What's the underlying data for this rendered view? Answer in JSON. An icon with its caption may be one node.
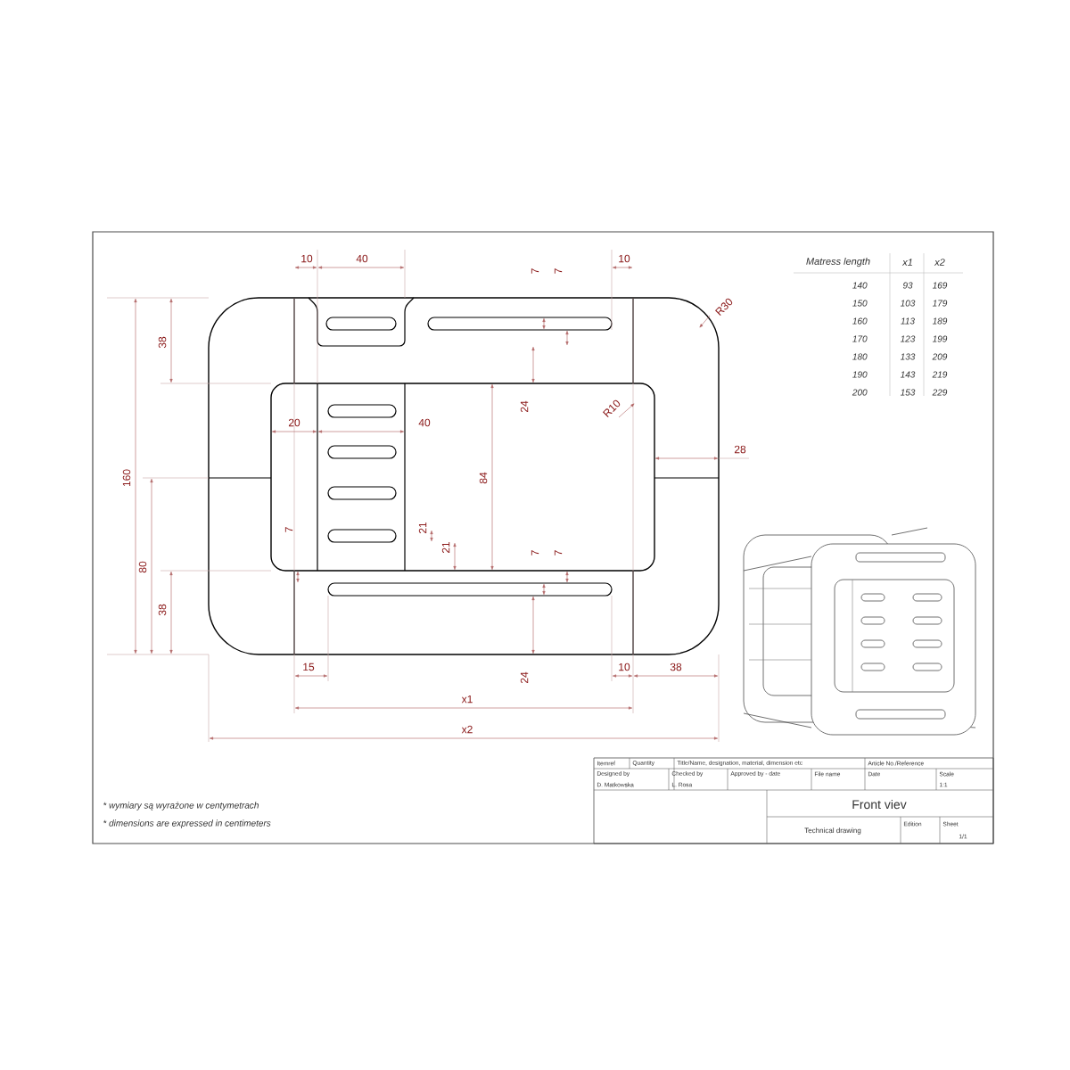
{
  "diagram": {
    "labels": [
      "10",
      "40",
      "7",
      "7",
      "10",
      "38",
      "160",
      "R30",
      "24",
      "R10",
      "20",
      "40",
      "28",
      "84",
      "7",
      "21",
      "21",
      "80",
      "7",
      "7",
      "38",
      "15",
      "24",
      "10",
      "38",
      "x1",
      "x2",
      "Matress length",
      "x1",
      "x2",
      "140",
      "93",
      "169",
      "150",
      "103",
      "179",
      "160",
      "113",
      "189",
      "170",
      "123",
      "199",
      "180",
      "133",
      "209",
      "190",
      "143",
      "219",
      "200",
      "153",
      "229",
      "* wymiary są wyrażone w centymetrach",
      "* dimensions are expressed in centimeters",
      "Itemref",
      "Quantity",
      "Title/Name, designation, material, dimension etc",
      "Article No./Reference",
      "Designed by",
      "D. Matkowska",
      "Checked by",
      "L. Rosa",
      "Approved by - date",
      "File name",
      "Date",
      "Scale",
      "1:1",
      "Front viev",
      "Technical drawing",
      "Edition",
      "Sheet",
      "1/1"
    ]
  }
}
